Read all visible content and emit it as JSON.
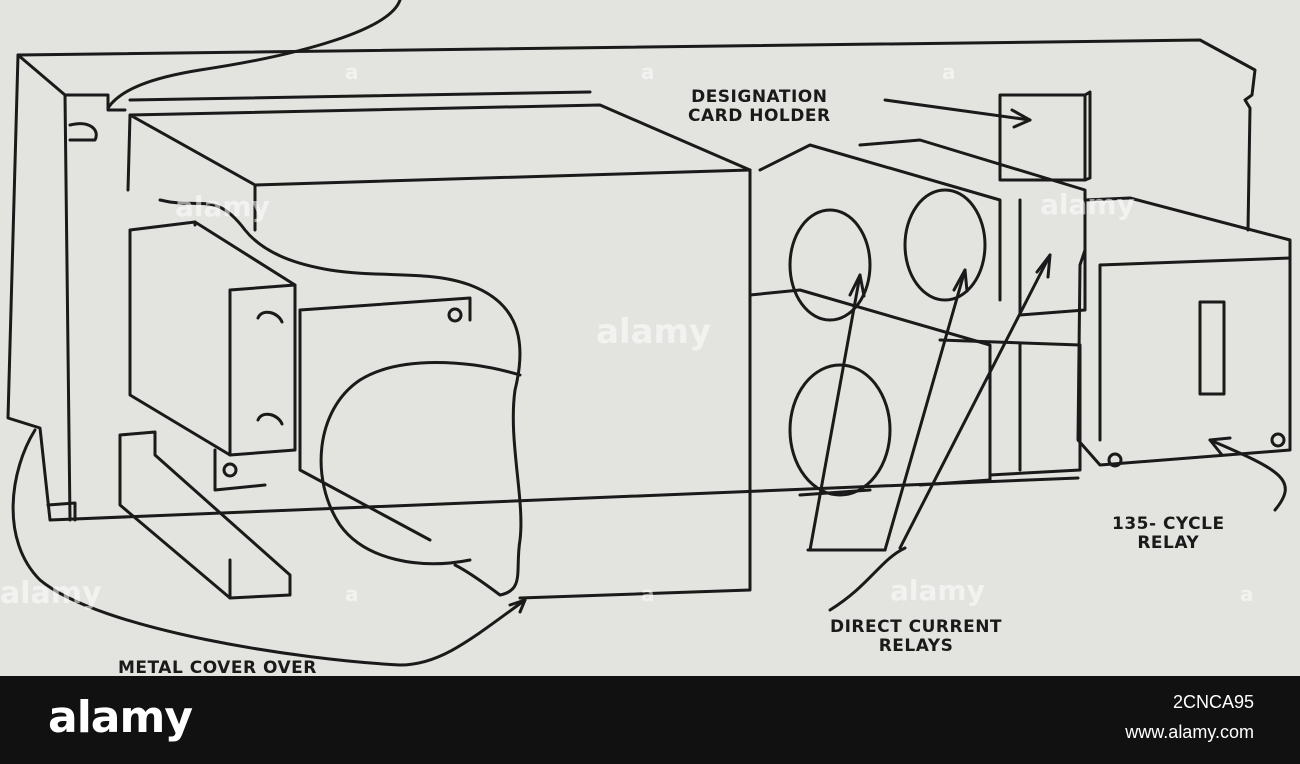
{
  "diagram": {
    "labels": {
      "designation": [
        "DESIGNATION",
        "CARD HOLDER"
      ],
      "dc_relays": [
        "DIRECT CURRENT",
        "RELAYS"
      ],
      "cycle_relay": [
        "135- CYCLE",
        "RELAY"
      ],
      "metal_cover": "METAL COVER OVER"
    }
  },
  "watermark": {
    "text": "alamy",
    "small_text": "a"
  },
  "footer": {
    "brand": "alamy",
    "image_id": "2CNCA95",
    "url": "www.alamy.com"
  },
  "colors": {
    "paper": "#e3e3df",
    "ink": "#1a1a1a",
    "footer_bg": "#111111",
    "footer_text": "#ffffff"
  }
}
